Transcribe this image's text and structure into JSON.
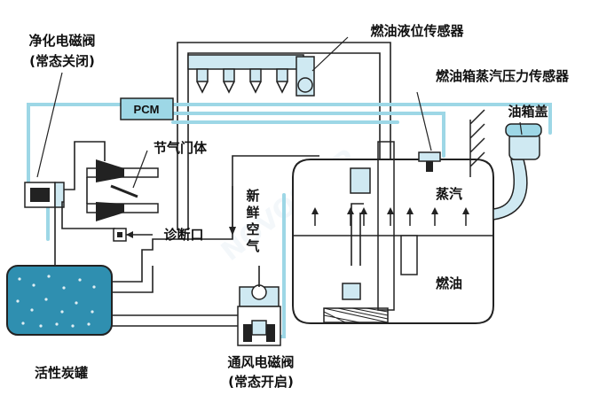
{
  "labels": {
    "purge_valve_line1": "净化电磁阀",
    "purge_valve_line2": "(常态关闭)",
    "fuel_level_sensor": "燃油液位传感器",
    "tank_pressure_sensor": "燃油箱蒸汽压力传感器",
    "fuel_cap": "油箱盖",
    "pcm": "PCM",
    "throttle_body": "节气门体",
    "diagnostic_port": "诊断口",
    "fresh_air_1": "新",
    "fresh_air_2": "鲜",
    "fresh_air_3": "空",
    "fresh_air_4": "气",
    "vapor": "蒸汽",
    "fuel": "燃油",
    "canister": "活性炭罐",
    "vent_valve_line1": "通风电磁阀",
    "vent_valve_line2": "(常态开启)"
  },
  "colors": {
    "hose": "#9dd7e6",
    "component_fill": "#cfe9f2",
    "canister_fill": "#2f8fb0",
    "outline": "#222222"
  }
}
